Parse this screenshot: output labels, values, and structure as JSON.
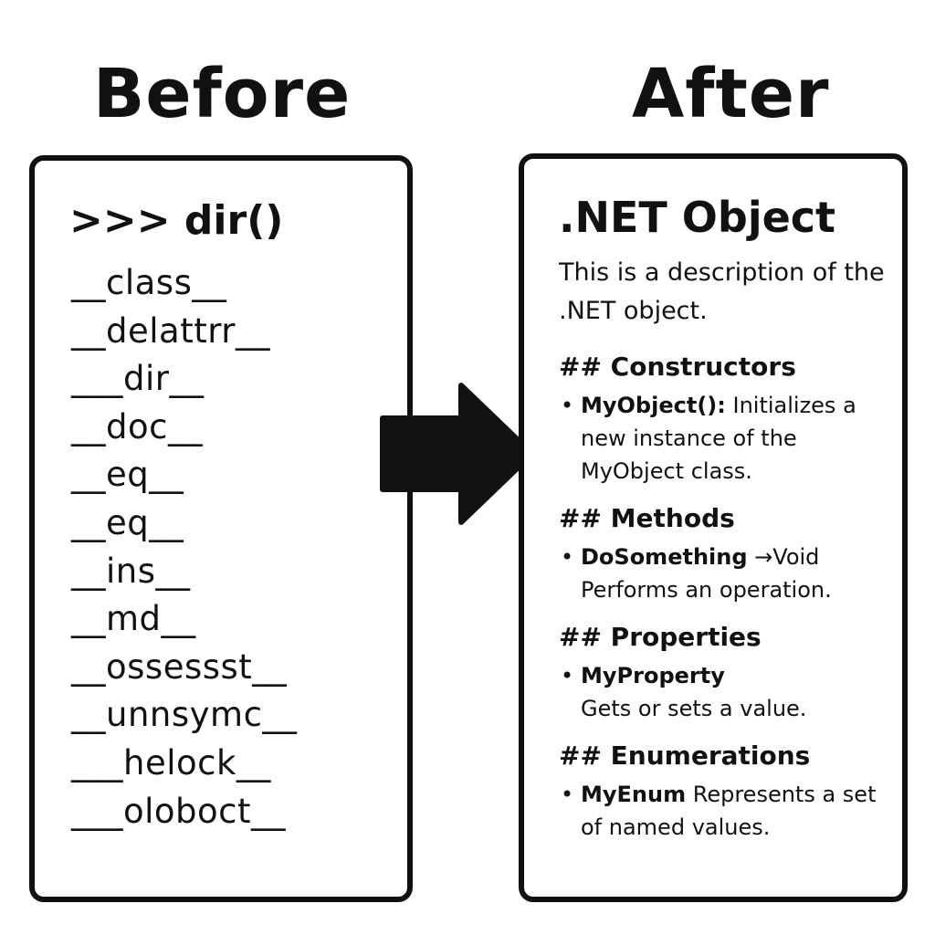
{
  "headings": {
    "before": "Before",
    "after": "After"
  },
  "before_panel": {
    "prompt": ">>> dir()",
    "attributes": [
      "__class__",
      "__delattrr__",
      "___dir__",
      "__doc__",
      "__eq__",
      "__eq__",
      "__ins__",
      "__md__",
      "__ossessst__",
      "__unnsymc__",
      "___helock__",
      "___oloboct__"
    ]
  },
  "after_panel": {
    "title": ".NET Object",
    "description": "This is a description of the .NET object.",
    "sections": [
      {
        "heading": "## Constructors",
        "items": [
          {
            "name": "MyObject():",
            "text": " Initializes a new instance of the MyObject class."
          }
        ]
      },
      {
        "heading": "## Methods",
        "items": [
          {
            "name": "DoSomething",
            "text": " →Void Performs an operation."
          }
        ]
      },
      {
        "heading": "## Properties",
        "items": [
          {
            "name": "MyProperty",
            "text": " Gets or sets a value."
          }
        ]
      },
      {
        "heading": "## Enumerations",
        "items": [
          {
            "name": "MyEnum",
            "text": "  Represents a set of named values."
          }
        ]
      }
    ]
  },
  "bullet_char": "•",
  "colors": {
    "ink": "#111111",
    "background": "#ffffff"
  }
}
